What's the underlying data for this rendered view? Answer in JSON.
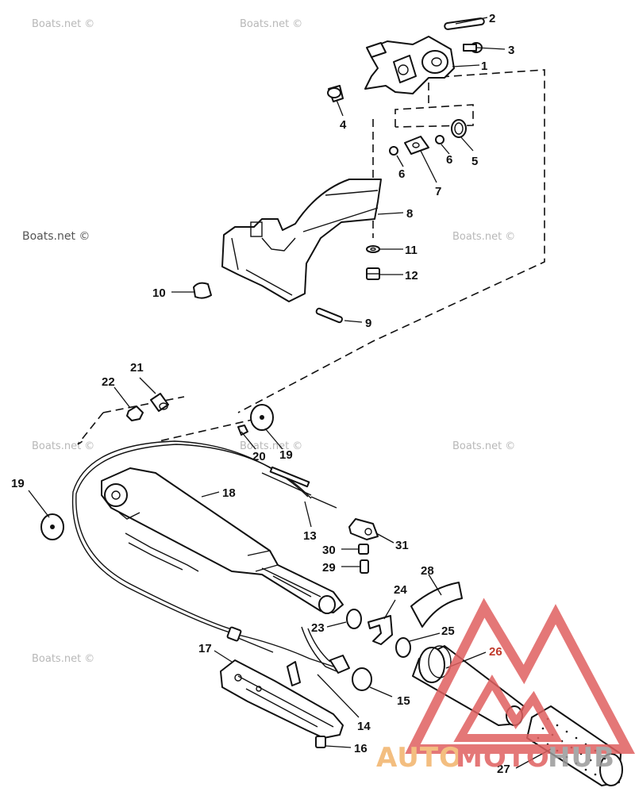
{
  "diagram": {
    "callouts": [
      "1",
      "2",
      "3",
      "4",
      "5",
      "6",
      "6",
      "7",
      "8",
      "9",
      "10",
      "11",
      "12",
      "13",
      "14",
      "15",
      "16",
      "17",
      "18",
      "19",
      "19",
      "20",
      "21",
      "22",
      "23",
      "24",
      "25",
      "26",
      "27",
      "28",
      "29",
      "30",
      "31"
    ]
  },
  "watermarks": [
    "Boats.net ©",
    "Boats.net ©",
    "Boats.net ©",
    "Boats.net ©",
    "Boats.net ©",
    "Boats.net ©",
    "Boats.net ©",
    "Boats.net ©"
  ],
  "logo": {
    "text_a": "AUTO",
    "text_b": "MOTO",
    "text_c": "HUB",
    "colors": {
      "red": "#e06060",
      "orange": "#f2b36a",
      "gray": "#9a9a9a"
    }
  }
}
